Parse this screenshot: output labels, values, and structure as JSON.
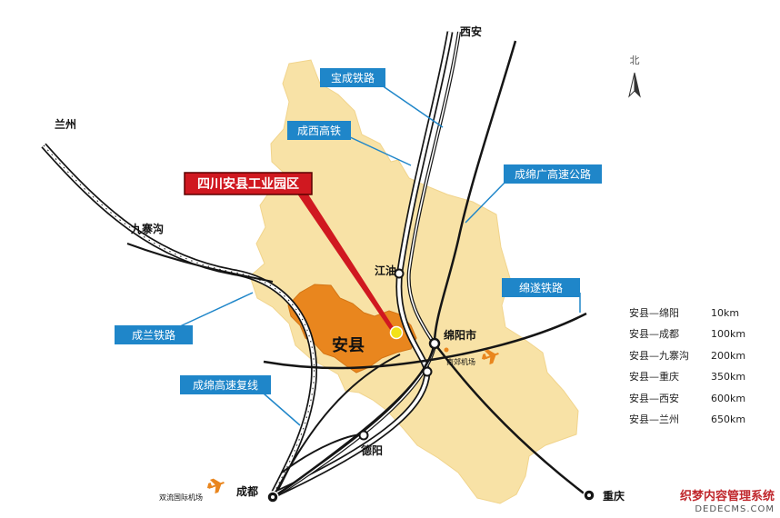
{
  "colors": {
    "region_fill": "#f8e2a6",
    "district_fill": "#e9861e",
    "callout_blue": "#1f86c9",
    "title_red": "#d01820",
    "park_yellow": "#f2e21a",
    "route_dark": "#151515"
  },
  "compass": {
    "label": "北",
    "icon": "north-arrow-icon"
  },
  "title_label": "四川安县工业园区",
  "district_label": "安县",
  "callouts": {
    "baocheng": "宝成铁路",
    "chengxi": "成西高铁",
    "chengmian_expressway": "成绵广高速公路",
    "suining": "绵遂铁路",
    "chenglan": "成兰铁路",
    "chengmian_double": "成绵高速复线"
  },
  "cities": {
    "xian": "西安",
    "lanzhou": "兰州",
    "jiuzhaigou": "九寨沟",
    "jiangyou": "江油",
    "mianyang": "绵阳市",
    "deyang": "德阳",
    "chengdu": "成都",
    "chongqing": "重庆"
  },
  "airports": {
    "nanjiao": "南郊机场",
    "shuangliu": "双流国际机场"
  },
  "distances": [
    {
      "route": "安县—绵阳",
      "distance": "10km"
    },
    {
      "route": "安县—成都",
      "distance": "100km"
    },
    {
      "route": "安县—九寨沟",
      "distance": "200km"
    },
    {
      "route": "安县—重庆",
      "distance": "350km"
    },
    {
      "route": "安县—西安",
      "distance": "600km"
    },
    {
      "route": "安县—兰州",
      "distance": "650km"
    }
  ],
  "watermark": {
    "line1": "织梦内容管理系统",
    "line2": "DEDECMS.COM"
  }
}
